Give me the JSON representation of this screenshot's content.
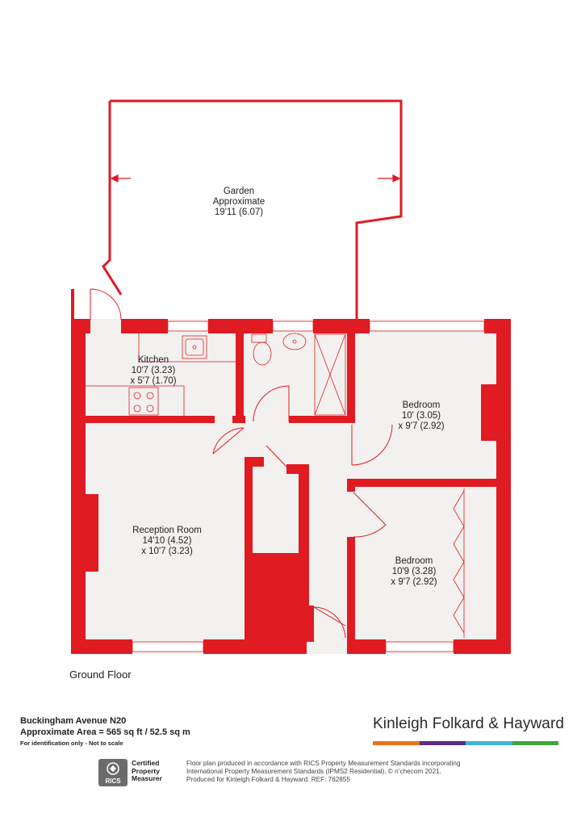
{
  "rooms": {
    "garden": {
      "name": "Garden",
      "line1": "Approximate",
      "line2": "19'11 (6.07)"
    },
    "kitchen": {
      "name": "Kitchen",
      "line1": "10'7 (3.23)",
      "line2": "x 5'7 (1.70)"
    },
    "bedroom1": {
      "name": "Bedroom",
      "line1": "10' (3.05)",
      "line2": "x 9'7 (2.92)"
    },
    "reception": {
      "name": "Reception Room",
      "line1": "14'10 (4.52)",
      "line2": "x 10'7 (3.23)"
    },
    "bedroom2": {
      "name": "Bedroom",
      "line1": "10'9 (3.28)",
      "line2": "x 9'7 (2.92)"
    }
  },
  "floor_label": "Ground Floor",
  "address": {
    "line1": "Buckingham Avenue N20",
    "line2": "Approximate Area = 565 sq ft / 52.5 sq m",
    "note": "For identification only - Not to scale"
  },
  "brand": {
    "name": "Kinleigh Folkard & Hayward",
    "bar_colors": [
      "#e8741e",
      "#5a2d82",
      "#3fb6d0",
      "#3fa63c"
    ]
  },
  "rics": {
    "logo_text": "RICS",
    "cert_lines": [
      "Certified",
      "Property",
      "Measurer"
    ]
  },
  "disclaimer": {
    "line1": "Floor plan produced in accordance with RICS Property Measurement Standards incorporating",
    "line2": "International Property Measurement Standards (IPMS2 Residential).  © n’checom 2021.",
    "line3": "Produced for Kinleigh Folkard & Hayward.   REF: 762855"
  },
  "colors": {
    "wall": "#e01b22",
    "floor": "#f3f1ef"
  }
}
